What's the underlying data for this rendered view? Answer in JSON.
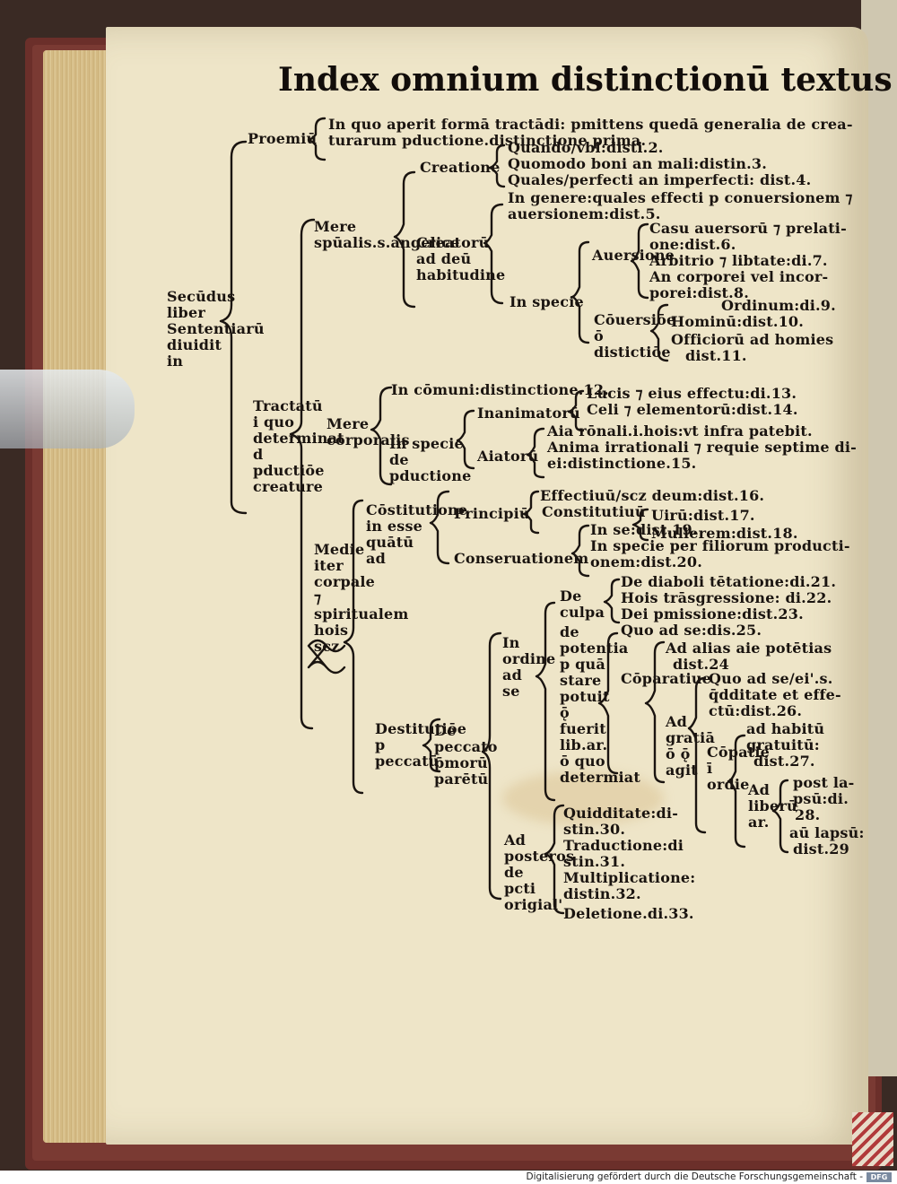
{
  "title": "Index omnium distinctionū textus",
  "root": "Secūdus liber Sententiarū diuidit in",
  "prologue": {
    "label": "Proemiū",
    "lines": [
      "In quo aperit formā tractādi: pmittens quedā generalia de crea-",
      "turarum pductione.distinctione prima."
    ]
  },
  "tractatus": "Tractatū i quo determinat d pductiōe creature",
  "mere_spiritualis": {
    "label": "Mere spūalis.s.angelice",
    "creatione": {
      "label": "Creatione",
      "items": [
        "Quando/vbi:disti.2.",
        "Quomodo boni an mali:distin.3.",
        "Quales/perfecti an imperfecti: dist.4."
      ]
    },
    "creatorum": {
      "label": "Creatorū ad deū habitudine",
      "in_genere": [
        "In genere:quales effecti p conuersionem ⁊",
        "auersionem:dist.5."
      ],
      "in_specie": "In specie",
      "auersione": {
        "label": "Auersione",
        "items": [
          "Casu auersorū ⁊ prelati-",
          "one:dist.6.",
          "Arbitrio ⁊ libtate:di.7.",
          "An corporei vel incor-",
          "porei:dist.8."
        ]
      },
      "conuersione": {
        "label": "Cōuersiōe ō distictiōe",
        "items": [
          "Ordinum:di.9.",
          "Hominū:dist.10.",
          "Officiorū ad homies",
          "dist.11."
        ]
      }
    }
  },
  "mere_corporalis": {
    "label": "Mere corporalis",
    "in_communi": "In cōmuni:distinctione.12.",
    "in_specie": "In specie de pductione",
    "inanimatorum": {
      "label": "Inanimatorū",
      "items": [
        "Lucis ⁊ eius effectu:di.13.",
        "Celi ⁊ elementorū:dist.14."
      ]
    },
    "animatorum": {
      "label": "Aiatorū",
      "items": [
        "Aia rōnali.i.hois:vt infra patebit.",
        "Anima irrationali ⁊ requie septime di-",
        "ei:distinctione.15."
      ]
    }
  },
  "media": {
    "label": "Medie iter corpale ⁊ spiritualem hois scz",
    "constitutione": {
      "label": "Cōstitutione in esse quātū ad",
      "effectiuum": "Effectiuū/scz deum:dist.16.",
      "principium": "Principiū",
      "constitutiuum": "Constitutiuū",
      "vir_items": [
        "Uirū:dist.17.",
        "Mulierem:dist.18."
      ],
      "conseruationem": "Conseruationem",
      "cons_items": [
        "In se:dist.19.",
        "In specie per filiorum producti-",
        "onem:dist.20."
      ]
    },
    "destitutione": {
      "label": "Destitutiōe p peccatū",
      "de_peccato": "De peccato p̄morū parētū",
      "in_ordine": "In ordine ad se",
      "de_culpa": "De culpa",
      "culpa_items": [
        "De diaboli tētatione:di.21.",
        "Hois trāsgressione: di.22.",
        "Dei pmissione:dist.23."
      ],
      "de_potentia": "de potentia p quā stare potuit ǭ fuerit lib.ar. ō quo determiat",
      "quo_ad_se": "Quo ad se:dis.25.",
      "ad_alias": [
        "Ad alias aie potētias",
        "dist.24"
      ],
      "comparatiue": "Cōparatiue",
      "ad_gratiam": "Ad gratiā ō ǭ agit",
      "quo_ad_se_eius": [
        "Quo ad se/ei'.s.",
        "q̄dditate et effe-",
        "ctū:dist.26."
      ],
      "ad_habitum": [
        "ad habitū",
        "gratuitū:",
        "dist.27."
      ],
      "comparatiue2": "Cōpatie ī ordie",
      "ad_liberum": "Ad liberū ar.",
      "post_lapsum": [
        "post la-",
        "psū:di.",
        "28.",
        "aū lapsū:",
        "dist.29"
      ],
      "ad_posteros": "Ad posteros de pcti origial'",
      "posteros_items": [
        "Quidditate:di-",
        "stin.30.",
        "Traductione:di",
        "stin.31.",
        "Multiplicatione:",
        "distin.32.",
        "Deletione.di.33."
      ]
    }
  },
  "footer": {
    "text": "Digitalisierung gefördert durch die Deutsche Forschungsgemeinschaft -",
    "logo": "DFG"
  }
}
